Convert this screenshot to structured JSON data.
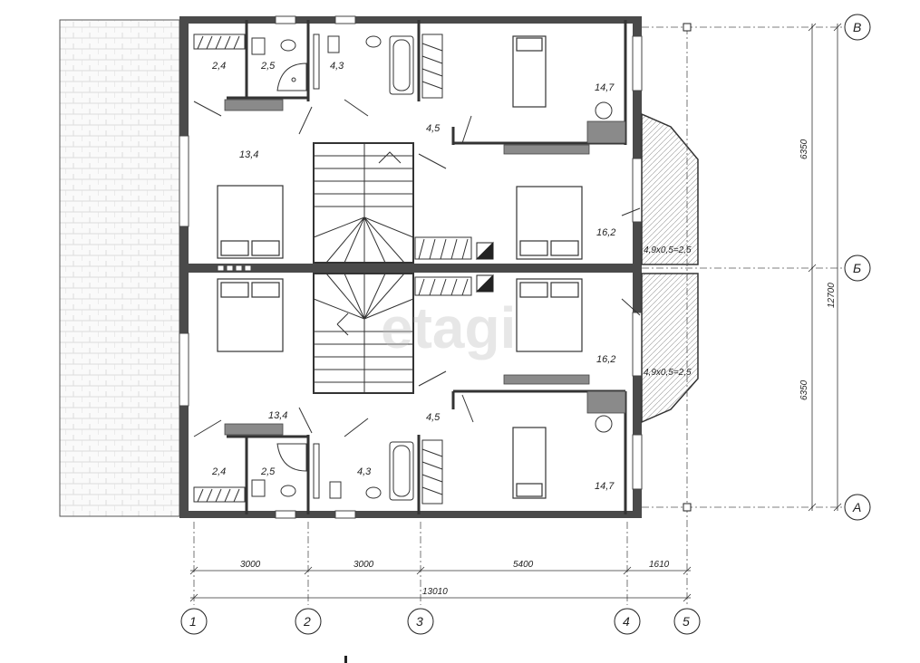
{
  "rooms": {
    "r_top_wc_a": "2,4",
    "r_top_wc_b": "2,5",
    "r_top_bath": "4,3",
    "r_top_bed_right": "14,7",
    "r_top_bed_left": "13,4",
    "r_top_hall": "4,5",
    "r_top_bed_mid": "16,2",
    "r_bot_bed_mid": "16,2",
    "r_bot_bed_left": "13,4",
    "r_bot_hall": "4,5",
    "r_bot_wc_a": "2,4",
    "r_bot_wc_b": "2,5",
    "r_bot_bath": "4,3",
    "r_bot_bed_right": "14,7"
  },
  "balconies": {
    "top": "4,9х0,5=2,5",
    "bottom": "4,9х0,5=2,5"
  },
  "dimensions": {
    "bottom_d1": "3000",
    "bottom_d2": "3000",
    "bottom_d3": "5400",
    "bottom_d4": "1610",
    "bottom_total": "13010",
    "right_top": "6350",
    "right_bottom": "6350",
    "right_total": "12700"
  },
  "axes": {
    "v1": "1",
    "v2": "2",
    "v3": "3",
    "v4": "4",
    "v5": "5",
    "hV": "В",
    "hB": "Б",
    "hA": "А"
  },
  "watermark": "etagi",
  "colors": {
    "wall": "#4a4a4a",
    "line": "#222222",
    "fill_gray": "#888888",
    "hatch": "#cfcfcf"
  }
}
